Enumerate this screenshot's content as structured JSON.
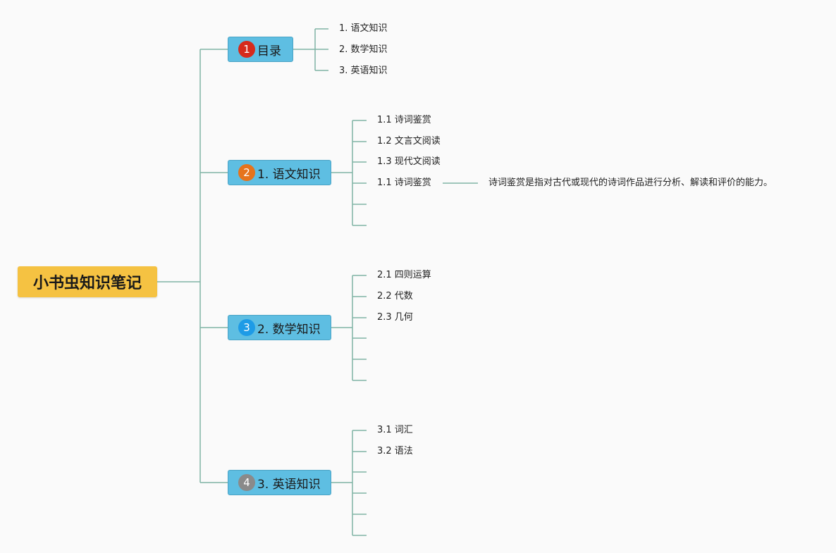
{
  "root": {
    "title": "小书虫知识笔记"
  },
  "branches": [
    {
      "marker": "1",
      "marker_color": "#d62a1c",
      "label": "目录",
      "children": [
        "1. 语文知识",
        "2. 数学知识",
        "3. 英语知识"
      ]
    },
    {
      "marker": "2",
      "marker_color": "#e6731c",
      "label": "1. 语文知识",
      "children": [
        "1.1 诗词鉴赏",
        "1.2 文言文阅读",
        "1.3 现代文阅读",
        "1.1 诗词鉴赏",
        "",
        ""
      ],
      "note": "诗词鉴赏是指对古代或现代的诗词作品进行分析、解读和评价的能力。"
    },
    {
      "marker": "3",
      "marker_color": "#1e9be6",
      "label": "2. 数学知识",
      "children": [
        "2.1 四则运算",
        "2.2 代数",
        "2.3 几何",
        "",
        "",
        ""
      ]
    },
    {
      "marker": "4",
      "marker_color": "#8a8a8a",
      "label": "3. 英语知识",
      "children": [
        "3.1 词汇",
        "3.2 语法",
        "",
        "",
        "",
        ""
      ]
    }
  ],
  "colors": {
    "root_fill": "#f5c242",
    "branch_fill": "#5ebee2",
    "connector": "#7fb3a4"
  }
}
